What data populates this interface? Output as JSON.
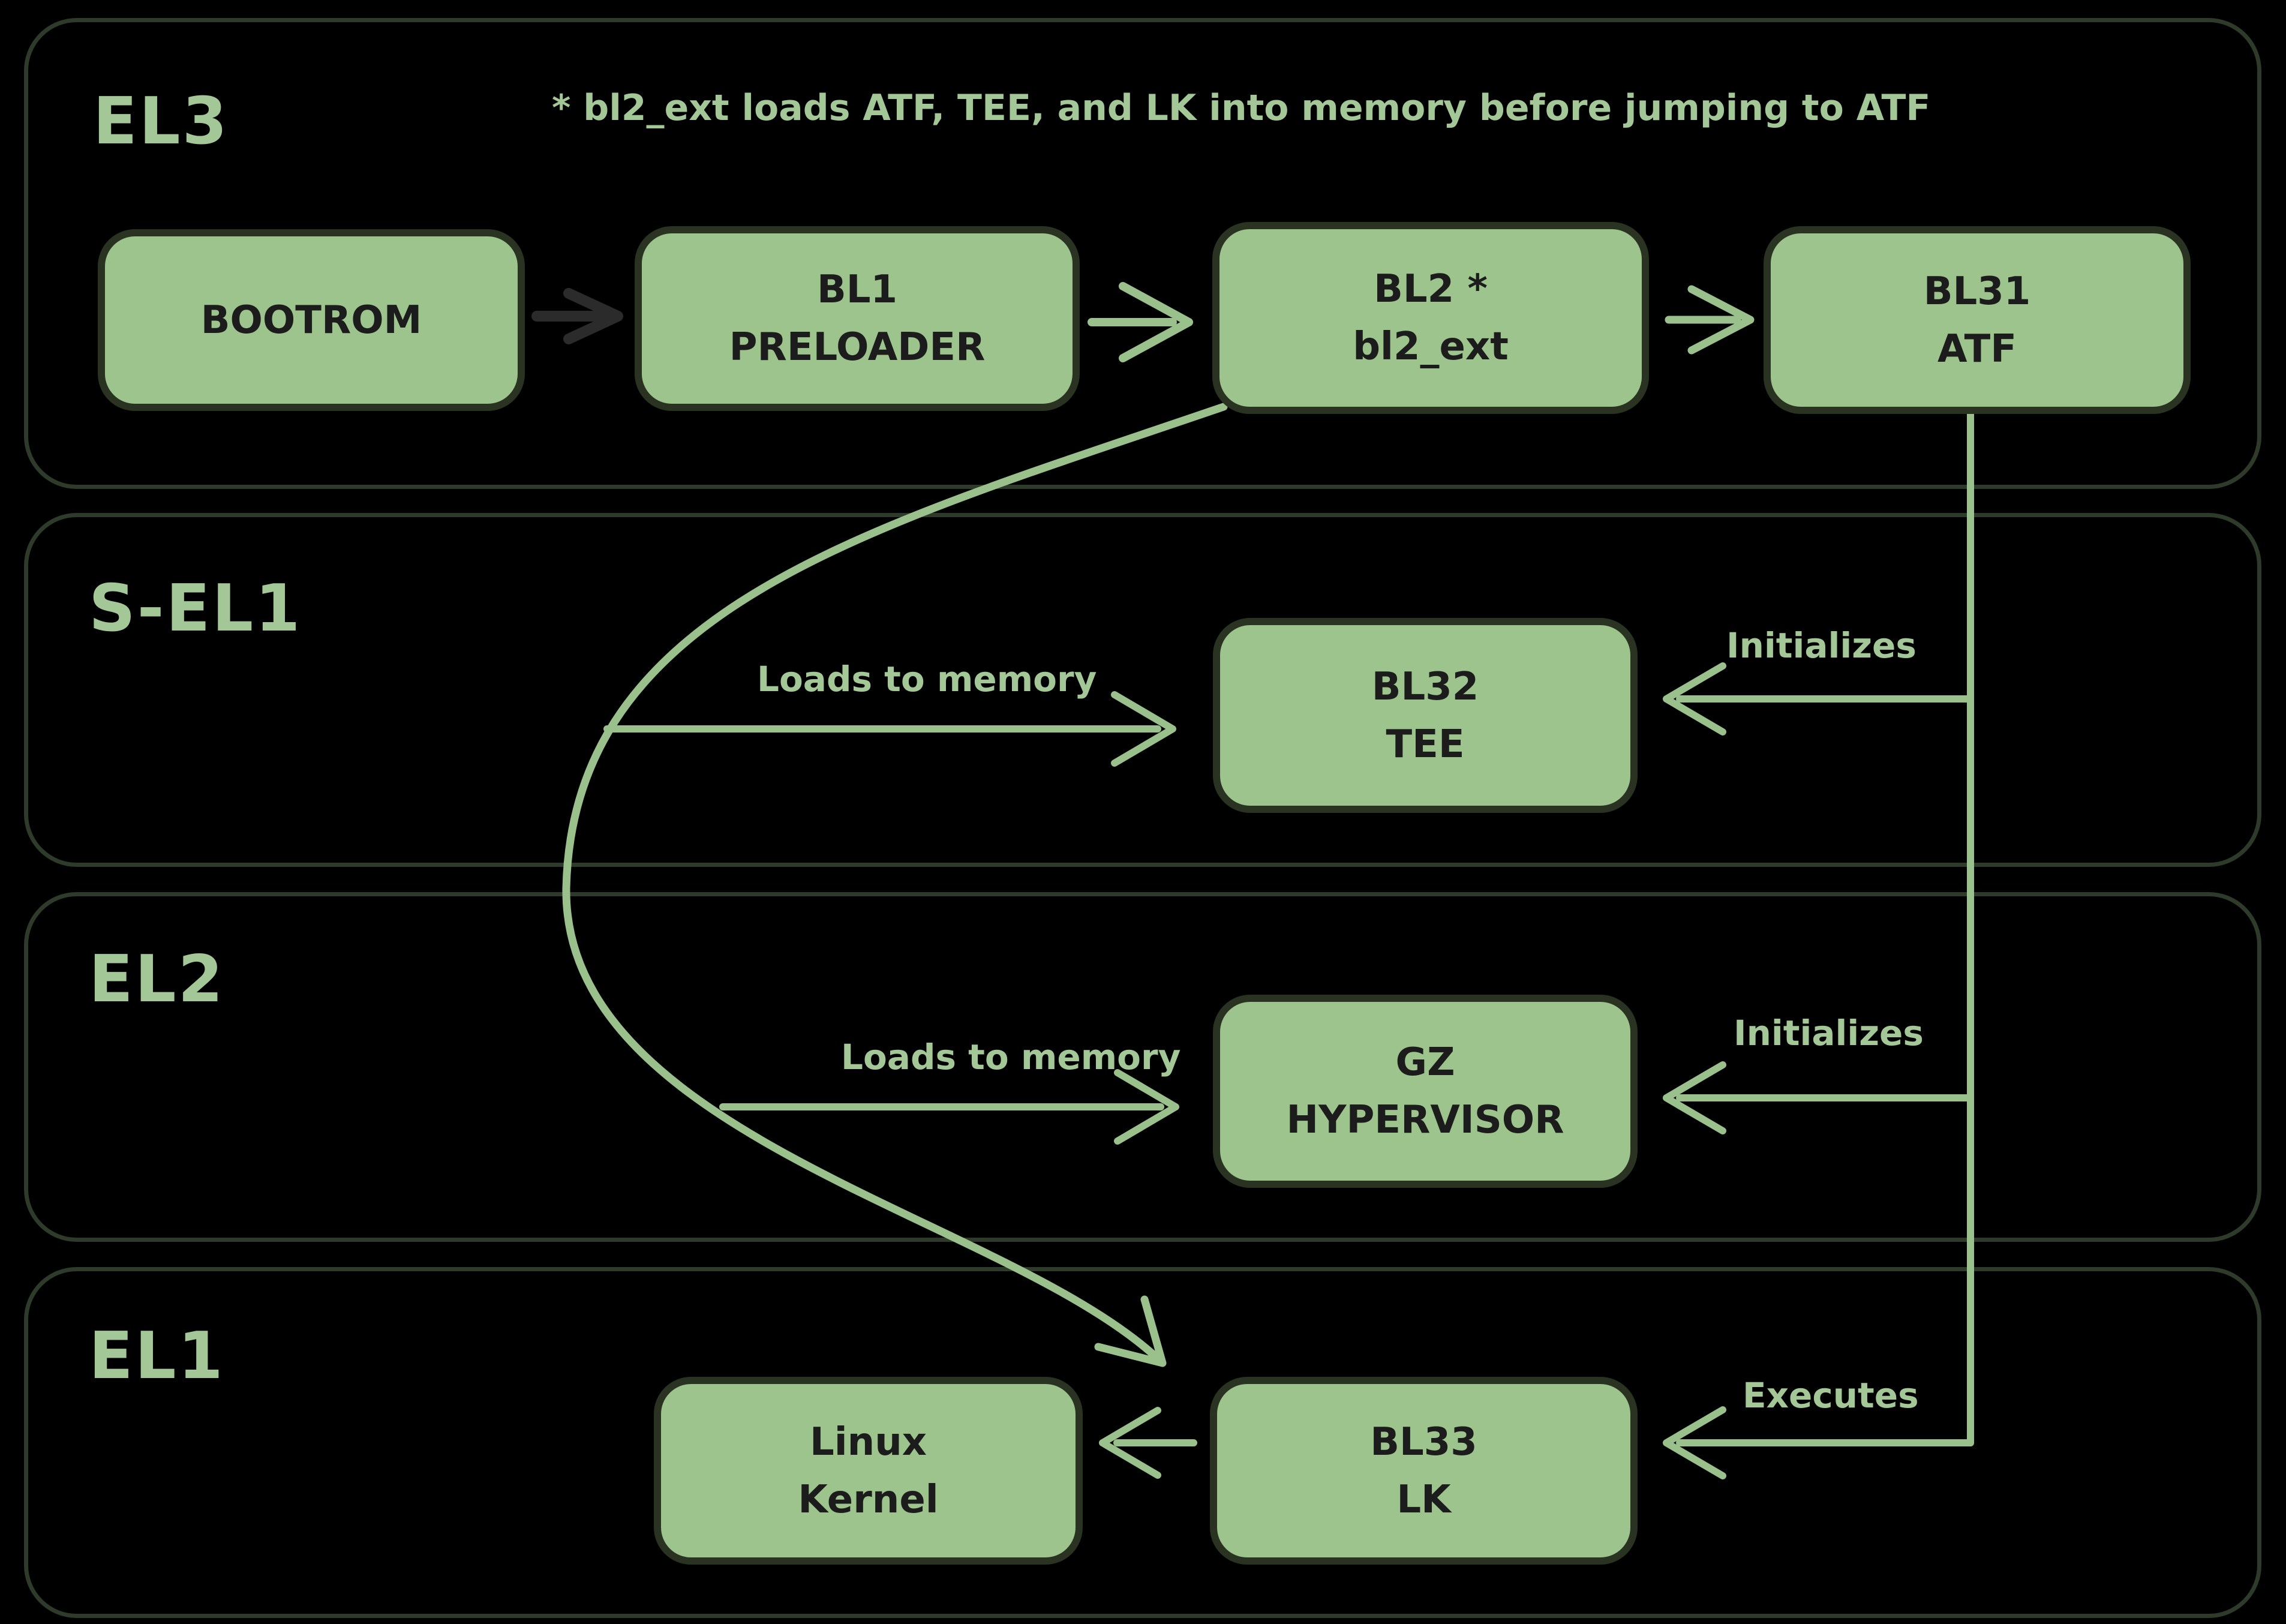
{
  "palette": {
    "background": "#000000",
    "row_border": "#2e3a2a",
    "box_fill": "#9cc48c",
    "box_border": "#2a3322",
    "box_text": "#1c1c1c",
    "accent_green": "#a3c796",
    "arrow_green": "#9ac18c",
    "arrow_dark": "#2b2b2b"
  },
  "annotation": "* bl2_ext loads ATF, TEE, and LK into memory before jumping to ATF",
  "rows": [
    {
      "id": "el3",
      "label": "EL3"
    },
    {
      "id": "s-el1",
      "label": "S-EL1"
    },
    {
      "id": "el2",
      "label": "EL2"
    },
    {
      "id": "el1",
      "label": "EL1"
    }
  ],
  "boxes": [
    {
      "id": "bootrom",
      "line1": "BOOTROM",
      "line2": ""
    },
    {
      "id": "bl1",
      "line1": "BL1",
      "line2": "PRELOADER"
    },
    {
      "id": "bl2",
      "line1": "BL2 *",
      "line2": "bl2_ext"
    },
    {
      "id": "bl31",
      "line1": "BL31",
      "line2": "ATF"
    },
    {
      "id": "bl32",
      "line1": "BL32",
      "line2": "TEE"
    },
    {
      "id": "gz",
      "line1": "GZ",
      "line2": "HYPERVISOR"
    },
    {
      "id": "linux",
      "line1": "Linux",
      "line2": "Kernel"
    },
    {
      "id": "bl33",
      "line1": "BL33",
      "line2": "LK"
    }
  ],
  "edge_labels": {
    "loads_to_memory_sel1": "Loads to memory",
    "initializes_sel1": "Initializes",
    "loads_to_memory_el2": "Loads to memory",
    "initializes_el2": "Initializes",
    "executes": "Executes"
  }
}
